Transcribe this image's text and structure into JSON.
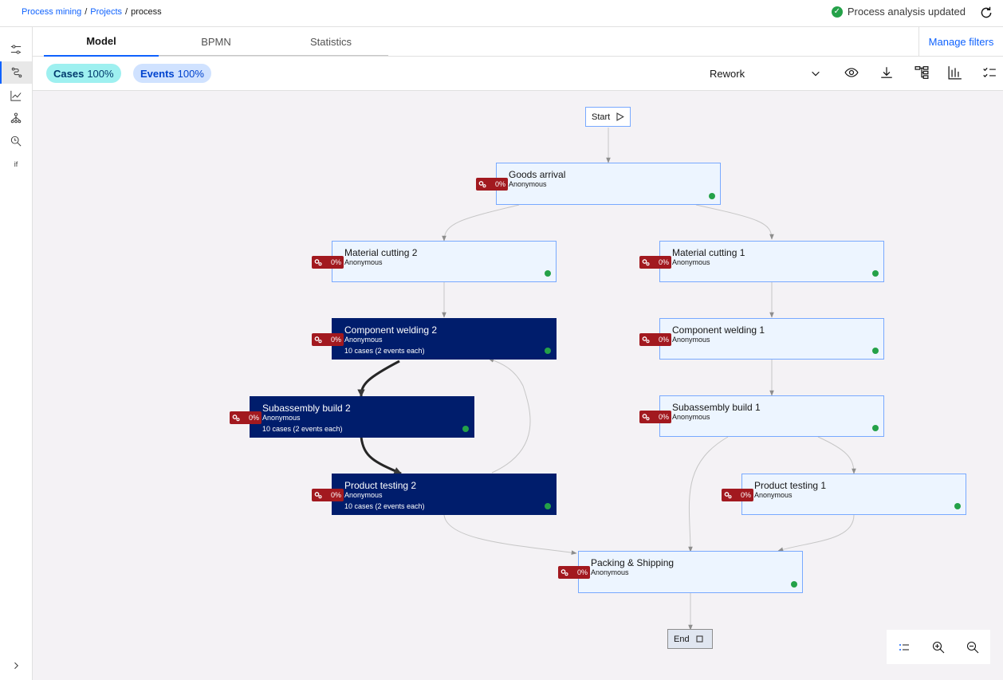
{
  "breadcrumb": {
    "items": [
      "Process mining",
      "Projects"
    ],
    "current": "process"
  },
  "status": {
    "text": "Process analysis updated"
  },
  "tabs": [
    {
      "label": "Model"
    },
    {
      "label": "BPMN"
    },
    {
      "label": "Statistics"
    }
  ],
  "manage_filters": "Manage filters",
  "pills": {
    "cases": {
      "label": "Cases",
      "value": "100%"
    },
    "events": {
      "label": "Events",
      "value": "100%"
    }
  },
  "view_select": {
    "selected": "Rework"
  },
  "rail": {
    "if_label": "if"
  },
  "graph": {
    "start": "Start",
    "end": "End",
    "nodes": [
      {
        "name": "Goods arrival",
        "owner": "Anonymous",
        "badge": "0%"
      },
      {
        "name": "Material cutting 2",
        "owner": "Anonymous",
        "badge": "0%"
      },
      {
        "name": "Material cutting 1",
        "owner": "Anonymous",
        "badge": "0%"
      },
      {
        "name": "Component welding 2",
        "owner": "Anonymous",
        "badge": "0%",
        "cases": "10 cases (2 events each)"
      },
      {
        "name": "Component welding 1",
        "owner": "Anonymous",
        "badge": "0%"
      },
      {
        "name": "Subassembly build 2",
        "owner": "Anonymous",
        "badge": "0%",
        "cases": "10 cases (2 events each)"
      },
      {
        "name": "Subassembly build 1",
        "owner": "Anonymous",
        "badge": "0%"
      },
      {
        "name": "Product testing 2",
        "owner": "Anonymous",
        "badge": "0%",
        "cases": "10 cases (2 events each)"
      },
      {
        "name": "Product testing 1",
        "owner": "Anonymous",
        "badge": "0%"
      },
      {
        "name": "Packing & Shipping",
        "owner": "Anonymous",
        "badge": "0%"
      }
    ]
  }
}
